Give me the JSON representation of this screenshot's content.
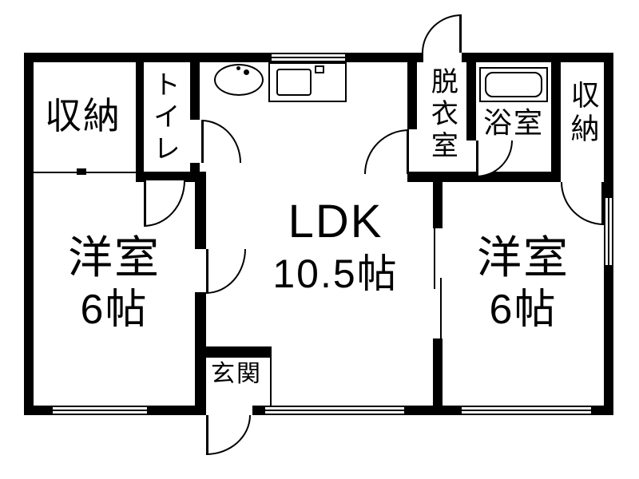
{
  "plan": {
    "rooms": {
      "closet_left": {
        "label": "収納"
      },
      "toilet": {
        "label": "トイレ"
      },
      "ldk": {
        "label": "LDK",
        "size": "10.5帖"
      },
      "dressing_room": {
        "label": "脱衣室"
      },
      "bathroom": {
        "label": "浴室"
      },
      "closet_right": {
        "label": "収納"
      },
      "bedroom_left": {
        "label": "洋室",
        "size": "6帖"
      },
      "bedroom_right": {
        "label": "洋室",
        "size": "6帖"
      },
      "entrance": {
        "label": "玄関"
      }
    },
    "colors": {
      "wall": "#000000",
      "floor": "#ffffff",
      "text": "#000000"
    }
  }
}
